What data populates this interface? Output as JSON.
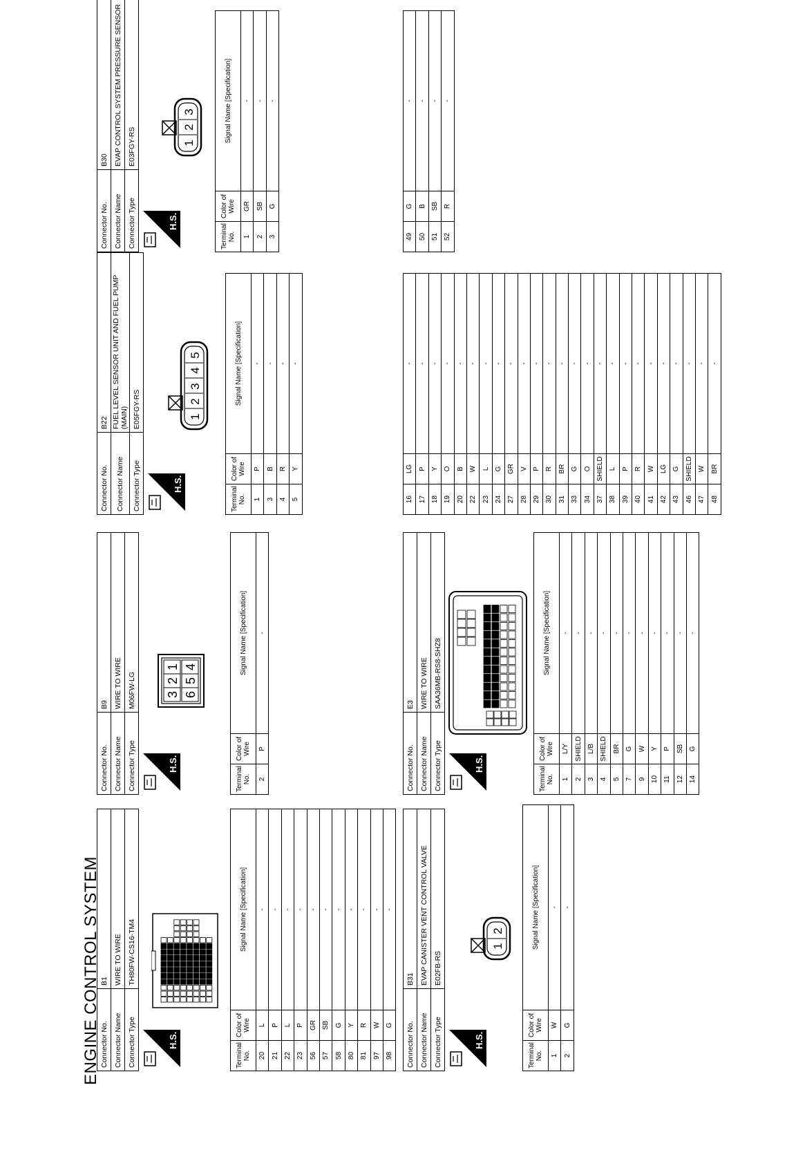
{
  "page_title": "ENGINE CONTROL SYSTEM",
  "labels": {
    "connector_no": "Connector No.",
    "connector_name": "Connector Name",
    "connector_type": "Connector Type",
    "hs": "H.S.",
    "terminal_no": "Terminal No.",
    "color_of_wire": "Color of Wire",
    "signal_name": "Signal Name [Specification]",
    "signal_name_alt": "Signal Name [Specification]"
  },
  "connectors": [
    {
      "id": "B1",
      "name": "WIRE TO WIRE",
      "type": "TH80FW-CS16-TM4",
      "rows": [
        {
          "t": "20",
          "c": "L",
          "s": "-"
        },
        {
          "t": "21",
          "c": "P",
          "s": "-"
        },
        {
          "t": "22",
          "c": "L",
          "s": "-"
        },
        {
          "t": "23",
          "c": "P",
          "s": "-"
        },
        {
          "t": "56",
          "c": "GR",
          "s": "-"
        },
        {
          "t": "57",
          "c": "SB",
          "s": "-"
        },
        {
          "t": "58",
          "c": "G",
          "s": "-"
        },
        {
          "t": "80",
          "c": "Y",
          "s": "-"
        },
        {
          "t": "81",
          "c": "R",
          "s": "-"
        },
        {
          "t": "97",
          "c": "W",
          "s": "-"
        },
        {
          "t": "98",
          "c": "G",
          "s": "-"
        }
      ]
    },
    {
      "id": "B9",
      "name": "WIRE TO WIRE",
      "type": "M06FW-LG",
      "pins": [
        "3",
        "2",
        "1",
        "6",
        "5",
        "4"
      ],
      "rows": [
        {
          "t": "2",
          "c": "P",
          "s": "-"
        }
      ]
    },
    {
      "id": "B22",
      "name": "FUEL LEVEL SENSOR UNIT AND FUEL PUMP (MAIN)",
      "type": "E05FGY-RS",
      "pins": [
        "1",
        "2",
        "3",
        "4",
        "5"
      ],
      "rows": [
        {
          "t": "1",
          "c": "P",
          "s": "-"
        },
        {
          "t": "3",
          "c": "B",
          "s": "-"
        },
        {
          "t": "4",
          "c": "R",
          "s": "-"
        },
        {
          "t": "5",
          "c": "Y",
          "s": "-"
        }
      ]
    },
    {
      "id": "B30",
      "name": "EVAP CONTROL SYSTEM PRESSURE SENSOR",
      "type": "E03FGY-RS",
      "pins": [
        "1",
        "2",
        "3"
      ],
      "rows": [
        {
          "t": "1",
          "c": "GR",
          "s": "-"
        },
        {
          "t": "2",
          "c": "SB",
          "s": "-"
        },
        {
          "t": "3",
          "c": "G",
          "s": "-"
        }
      ]
    },
    {
      "id": "B31",
      "name": "EVAP CANISTER VENT CONTROL VALVE",
      "type": "E02FB-RS",
      "pins": [
        "1",
        "2"
      ],
      "rows": [
        {
          "t": "1",
          "c": "W",
          "s": "-"
        },
        {
          "t": "2",
          "c": "G",
          "s": "-"
        }
      ]
    },
    {
      "id": "E3",
      "name": "WIRE TO WIRE",
      "type": "SAA36MB-RS8-SHZ8",
      "rows": [
        {
          "t": "1",
          "c": "L/Y",
          "s": "-"
        },
        {
          "t": "2",
          "c": "SHIELD",
          "s": "-"
        },
        {
          "t": "3",
          "c": "L/B",
          "s": "-"
        },
        {
          "t": "4",
          "c": "SHIELD",
          "s": "-"
        },
        {
          "t": "5",
          "c": "BR",
          "s": "-"
        },
        {
          "t": "7",
          "c": "G",
          "s": "-"
        },
        {
          "t": "9",
          "c": "W",
          "s": "-"
        },
        {
          "t": "10",
          "c": "Y",
          "s": "-"
        },
        {
          "t": "11",
          "c": "P",
          "s": "-"
        },
        {
          "t": "12",
          "c": "SB",
          "s": "-"
        },
        {
          "t": "14",
          "c": "G",
          "s": "-"
        }
      ],
      "rows_cont1": [
        {
          "t": "16",
          "c": "LG",
          "s": "-"
        },
        {
          "t": "17",
          "c": "P",
          "s": "-"
        },
        {
          "t": "18",
          "c": "Y",
          "s": "-"
        },
        {
          "t": "19",
          "c": "O",
          "s": "-"
        },
        {
          "t": "20",
          "c": "B",
          "s": "-"
        },
        {
          "t": "22",
          "c": "W",
          "s": "-"
        },
        {
          "t": "23",
          "c": "L",
          "s": "-"
        },
        {
          "t": "24",
          "c": "G",
          "s": "-"
        },
        {
          "t": "27",
          "c": "GR",
          "s": "-"
        },
        {
          "t": "28",
          "c": "V",
          "s": "-"
        },
        {
          "t": "29",
          "c": "P",
          "s": "-"
        },
        {
          "t": "30",
          "c": "R",
          "s": "-"
        },
        {
          "t": "31",
          "c": "BR",
          "s": "-"
        },
        {
          "t": "33",
          "c": "G",
          "s": "-"
        },
        {
          "t": "34",
          "c": "O",
          "s": "-"
        },
        {
          "t": "37",
          "c": "SHIELD",
          "s": "-"
        },
        {
          "t": "38",
          "c": "L",
          "s": "-"
        },
        {
          "t": "39",
          "c": "P",
          "s": "-"
        },
        {
          "t": "40",
          "c": "R",
          "s": "-"
        },
        {
          "t": "41",
          "c": "W",
          "s": "-"
        },
        {
          "t": "42",
          "c": "LG",
          "s": "-"
        },
        {
          "t": "43",
          "c": "G",
          "s": "-"
        },
        {
          "t": "46",
          "c": "SHIELD",
          "s": "-"
        },
        {
          "t": "47",
          "c": "W",
          "s": "-"
        },
        {
          "t": "48",
          "c": "BR",
          "s": "-"
        }
      ],
      "rows_cont2": [
        {
          "t": "49",
          "c": "G",
          "s": "-"
        },
        {
          "t": "50",
          "c": "B",
          "s": "-"
        },
        {
          "t": "51",
          "c": "SB",
          "s": "-"
        },
        {
          "t": "52",
          "c": "R",
          "s": "-"
        }
      ]
    }
  ]
}
